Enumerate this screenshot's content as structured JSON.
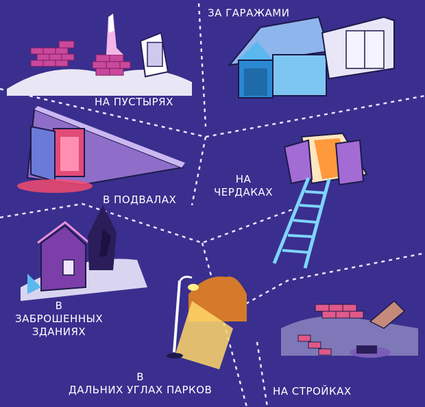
{
  "colors": {
    "background": "#3a2f8e",
    "divider": "#e6e6ff",
    "label": "#ffffff"
  },
  "scenes": [
    {
      "id": "wasteland",
      "label": "НА ПУСТЫРЯХ",
      "icons": [
        "brick-ruins-icon",
        "wall-with-window-icon"
      ]
    },
    {
      "id": "garages",
      "label": "ЗА ГАРАЖАМИ",
      "icons": [
        "shed-icon",
        "garage-icon"
      ]
    },
    {
      "id": "basements",
      "label": "В ПОДВАЛАХ",
      "icons": [
        "cellar-door-icon"
      ]
    },
    {
      "id": "attics",
      "label_lines": [
        "НА",
        "ЧЕРДАКАХ"
      ],
      "icons": [
        "attic-hatch-icon",
        "ladder-icon"
      ]
    },
    {
      "id": "abandoned",
      "label_lines": [
        "В",
        "ЗАБРОШЕННЫХ",
        "ЗДАНИЯХ"
      ],
      "icons": [
        "abandoned-house-icon",
        "tree-icon"
      ]
    },
    {
      "id": "parks",
      "label_lines": [
        "В",
        "ДАЛЬНИХ УГЛАХ ПАРКОВ"
      ],
      "icons": [
        "street-lamp-icon"
      ]
    },
    {
      "id": "construction",
      "label": "НА СТРОЙКАХ",
      "icons": [
        "construction-site-icon"
      ]
    }
  ]
}
